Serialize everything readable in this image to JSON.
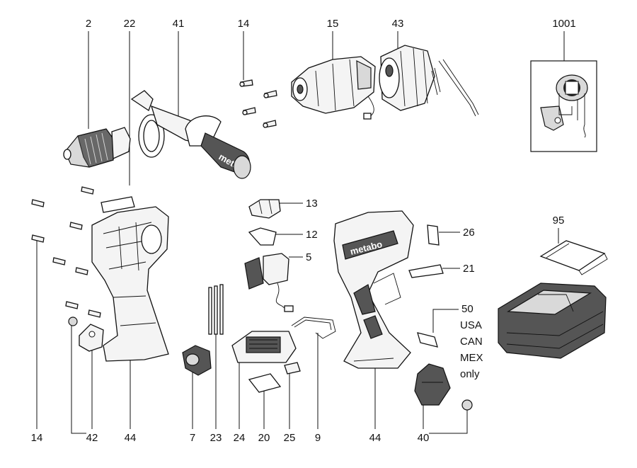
{
  "callouts": {
    "c2": "2",
    "c22": "22",
    "c41": "41",
    "c14_top": "14",
    "c15": "15",
    "c43": "43",
    "c1001": "1001",
    "c13": "13",
    "c12": "12",
    "c5": "5",
    "c26": "26",
    "c21": "21",
    "c95": "95",
    "c50": "50",
    "c50_note": [
      "USA",
      "CAN",
      "MEX",
      "only"
    ],
    "c14_bottom": "14",
    "c42": "42",
    "c44_left": "44",
    "c7": "7",
    "c23": "23",
    "c24": "24",
    "c20": "20",
    "c25": "25",
    "c9": "9",
    "c44_right": "44",
    "c40": "40"
  },
  "brand_marks": {
    "handle_brand": "metabo",
    "housing_brand": "metabo"
  }
}
